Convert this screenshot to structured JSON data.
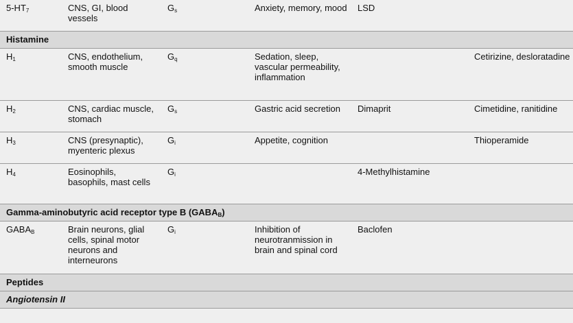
{
  "rows": [
    {
      "kind": "row",
      "receptor": "5-HT",
      "sub": "7",
      "location": "CNS, GI, blood vessels",
      "gprot": "G",
      "gsub": "s",
      "function": "Anxiety, memory, mood",
      "agonist": "LSD",
      "antagonist": ""
    },
    {
      "kind": "section",
      "title": "Histamine"
    },
    {
      "kind": "row",
      "receptor": "H",
      "sub": "1",
      "location": "CNS, endothelium, smooth muscle",
      "gprot": "G",
      "gsub": "q",
      "function": "Sedation, sleep, vascular permeability, inflammation",
      "agonist": "",
      "antagonist": "Cetirizine, desloratadine"
    },
    {
      "kind": "row",
      "receptor": "H",
      "sub": "2",
      "location": "CNS, cardiac muscle, stomach",
      "gprot": "G",
      "gsub": "s",
      "function": "Gastric acid secretion",
      "agonist": "Dimaprit",
      "antagonist": "Cimetidine, ranitidine"
    },
    {
      "kind": "row",
      "receptor": "H",
      "sub": "3",
      "location": "CNS (presynaptic), myenteric plexus",
      "gprot": "G",
      "gsub": "i",
      "function": "Appetite, cognition",
      "agonist": "",
      "antagonist": "Thioperamide"
    },
    {
      "kind": "row",
      "receptor": "H",
      "sub": "4",
      "location": "Eosinophils, basophils, mast cells",
      "gprot": "G",
      "gsub": "i",
      "function": "",
      "agonist": "4-Methylhistamine",
      "antagonist": ""
    },
    {
      "kind": "section",
      "title": "Gamma-aminobutyric acid receptor type B (GABA",
      "title_sub": "B",
      "title_end": ")"
    },
    {
      "kind": "row",
      "receptor": "GABA",
      "sub": "B",
      "location": "Brain neurons, glial cells, spinal motor neurons and interneurons",
      "gprot": "G",
      "gsub": "i",
      "function": "Inhibition of neurotranmission in brain and spinal cord",
      "agonist": "Baclofen",
      "antagonist": ""
    },
    {
      "kind": "section",
      "title": "Peptides"
    },
    {
      "kind": "section",
      "title": "Angiotensin II",
      "italic": true
    }
  ]
}
